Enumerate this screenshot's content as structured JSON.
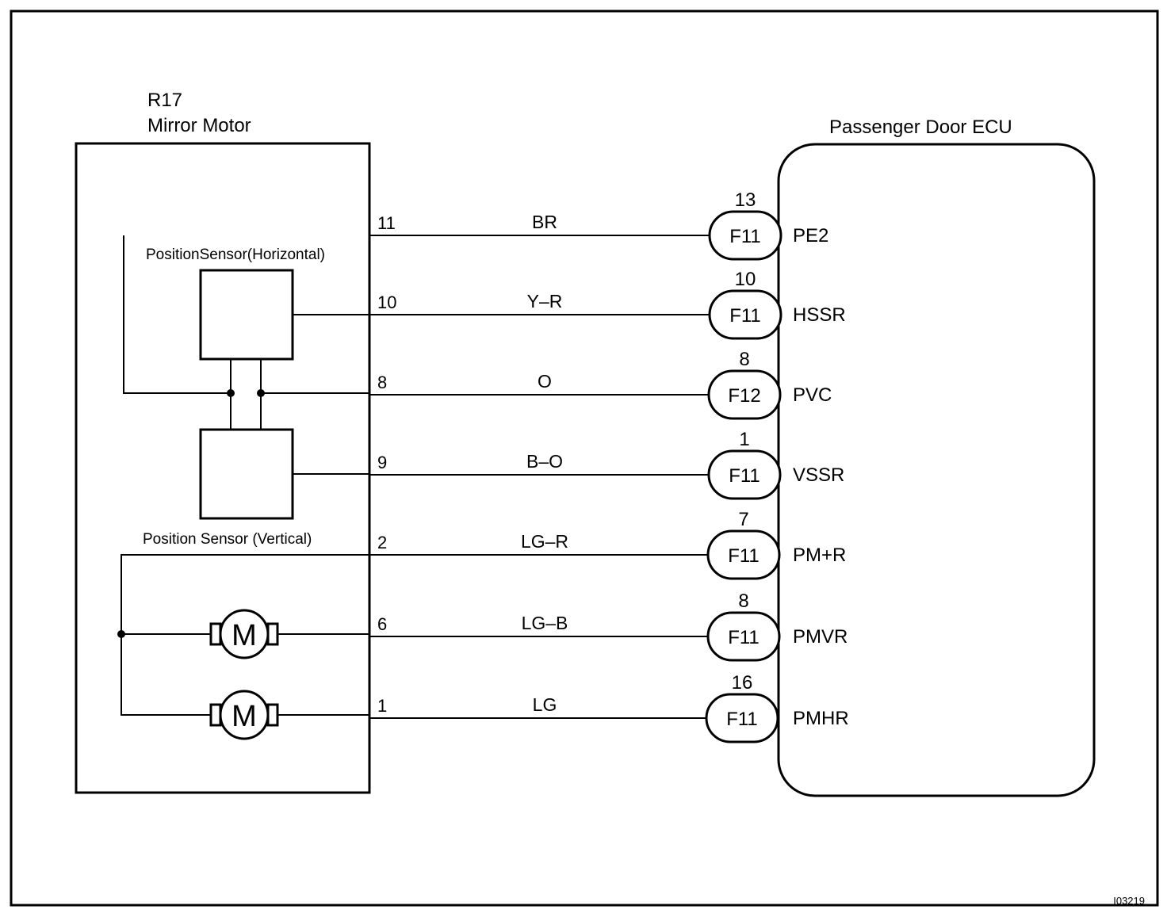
{
  "mirror_motor": {
    "code": "R17",
    "name": "Mirror Motor",
    "sensor_horizontal_label": "PositionSensor(Horizontal)",
    "sensor_vertical_label": "Position Sensor (Vertical)",
    "motor_symbol": "M"
  },
  "ecu": {
    "name": "Passenger Door ECU"
  },
  "wires": [
    {
      "motor_pin": "11",
      "color": "BR",
      "connector": "F11",
      "ecu_pin": "13",
      "terminal": "PE2"
    },
    {
      "motor_pin": "10",
      "color": "Y–R",
      "connector": "F11",
      "ecu_pin": "10",
      "terminal": "HSSR"
    },
    {
      "motor_pin": "8",
      "color": "O",
      "connector": "F12",
      "ecu_pin": "8",
      "terminal": "PVC"
    },
    {
      "motor_pin": "9",
      "color": "B–O",
      "connector": "F11",
      "ecu_pin": "1",
      "terminal": "VSSR"
    },
    {
      "motor_pin": "2",
      "color": "LG–R",
      "connector": "F11",
      "ecu_pin": "7",
      "terminal": "PM+R"
    },
    {
      "motor_pin": "6",
      "color": "LG–B",
      "connector": "F11",
      "ecu_pin": "8",
      "terminal": "PMVR"
    },
    {
      "motor_pin": "1",
      "color": "LG",
      "connector": "F11",
      "ecu_pin": "16",
      "terminal": "PMHR"
    }
  ],
  "figure_id": "I03219"
}
